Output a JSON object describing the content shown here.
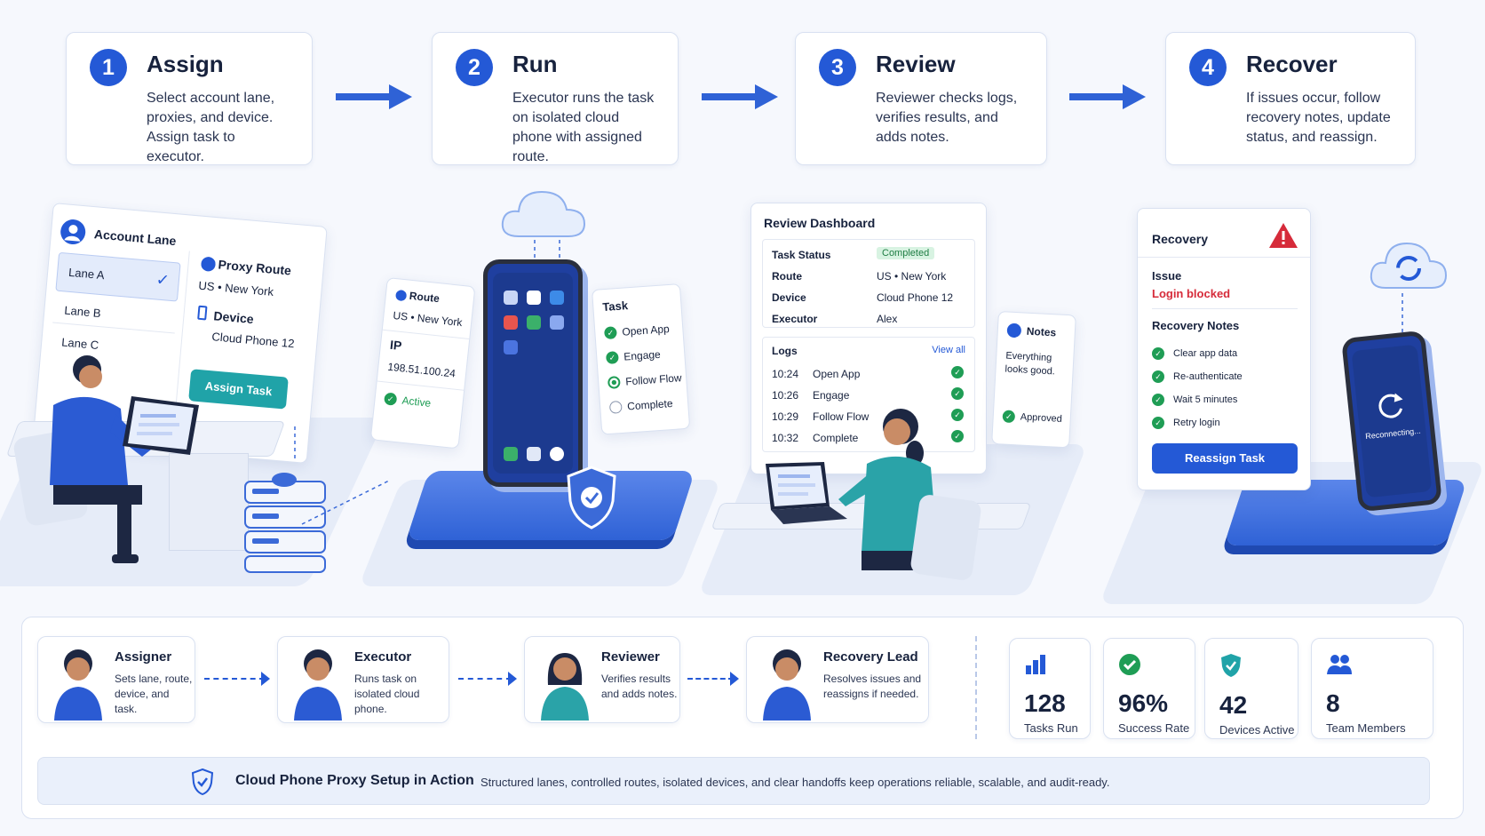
{
  "steps": [
    {
      "num": "1",
      "title": "Assign",
      "desc": "Select account lane, proxies, and device. Assign task to executor."
    },
    {
      "num": "2",
      "title": "Run",
      "desc": "Executor runs the task on isolated cloud phone with assigned route."
    },
    {
      "num": "3",
      "title": "Review",
      "desc": "Reviewer checks logs, verifies results, and adds notes."
    },
    {
      "num": "4",
      "title": "Recover",
      "desc": "If issues occur, follow recovery notes, update status, and reassign."
    }
  ],
  "assign_panel": {
    "account_lane": "Account Lane",
    "lanes": [
      "Lane A",
      "Lane B",
      "Lane C"
    ],
    "proxy_route": "Proxy Route",
    "route_value": "US  •  New York",
    "device": "Device",
    "device_value": "Cloud Phone 12",
    "assign_button": "Assign Task"
  },
  "run_panel": {
    "route": "Route",
    "route_value": "US  •  New York",
    "ip": "IP",
    "ip_value": "198.51.100.24",
    "status": "Active",
    "task_title": "Task",
    "tasks": [
      "Open App",
      "Engage",
      "Follow Flow",
      "Complete"
    ]
  },
  "review_dashboard": {
    "title": "Review Dashboard",
    "rows": [
      {
        "label": "Task Status",
        "value": "Completed"
      },
      {
        "label": "Route",
        "value": "US  •  New York"
      },
      {
        "label": "Device",
        "value": "Cloud Phone 12"
      },
      {
        "label": "Executor",
        "value": "Alex"
      }
    ],
    "logs_title": "Logs",
    "view_all": "View all",
    "logs": [
      {
        "time": "10:24",
        "event": "Open App"
      },
      {
        "time": "10:26",
        "event": "Engage"
      },
      {
        "time": "10:29",
        "event": "Follow Flow"
      },
      {
        "time": "10:32",
        "event": "Complete"
      }
    ],
    "notes_title": "Notes",
    "notes_text": "Everything looks good.",
    "approved": "Approved"
  },
  "recovery_panel": {
    "title": "Recovery",
    "issue_label": "Issue",
    "issue_value": "Login blocked",
    "notes_title": "Recovery Notes",
    "notes": [
      "Clear app data",
      "Re-authenticate",
      "Wait 5 minutes",
      "Retry login"
    ],
    "button": "Reassign Task",
    "phone_status": "Reconnecting..."
  },
  "roles": [
    {
      "name": "Assigner",
      "desc": "Sets lane, route, device, and task."
    },
    {
      "name": "Executor",
      "desc": "Runs task on isolated cloud phone."
    },
    {
      "name": "Reviewer",
      "desc": "Verifies results and adds notes."
    },
    {
      "name": "Recovery Lead",
      "desc": "Resolves issues and reassigns if needed."
    }
  ],
  "stats": [
    {
      "value": "128",
      "label": "Tasks Run",
      "icon": "bar-chart-icon"
    },
    {
      "value": "96%",
      "label": "Success Rate",
      "icon": "check-circle-icon"
    },
    {
      "value": "42",
      "label": "Devices Active",
      "icon": "shield-icon"
    },
    {
      "value": "8",
      "label": "Team Members",
      "icon": "team-icon"
    }
  ],
  "footer": {
    "title": "Cloud Phone Proxy Setup in Action",
    "text": "Structured lanes, controlled routes, isolated devices, and clear handoffs keep operations reliable, scalable, and audit-ready."
  },
  "colors": {
    "accent": "#2459d6",
    "success": "#1f9d55",
    "danger": "#d62b3a",
    "background": "#f6f8fd"
  }
}
